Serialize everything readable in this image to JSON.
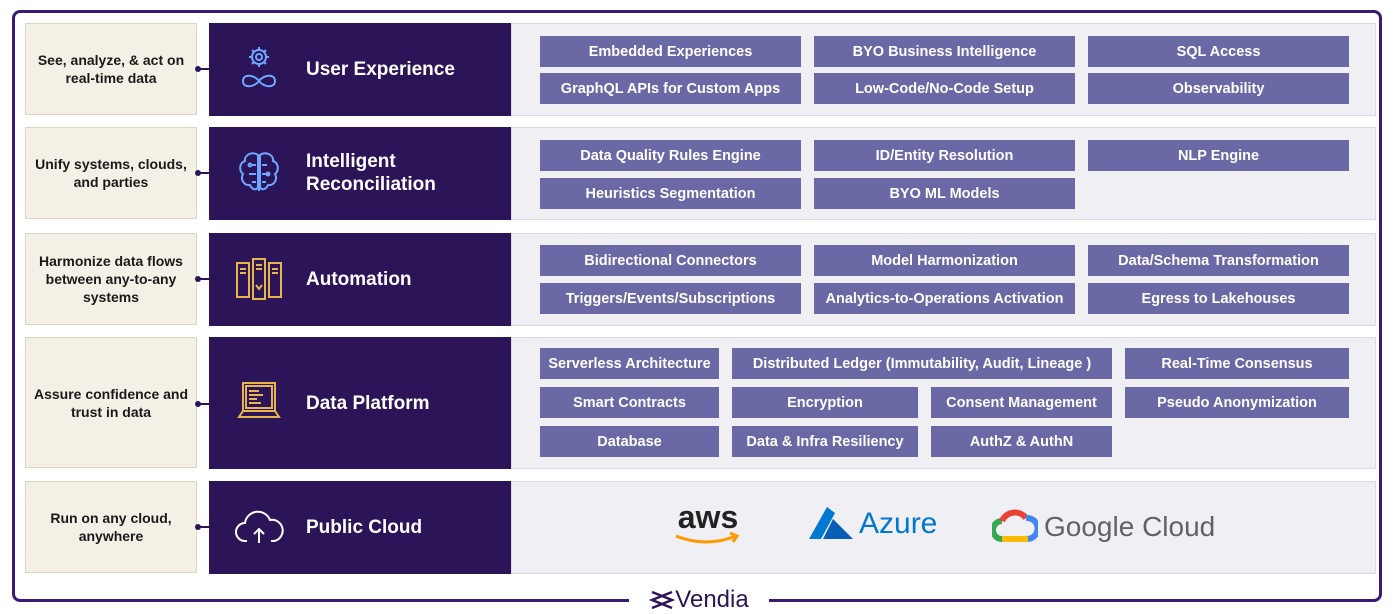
{
  "colors": {
    "layer_bg": "#2b1457",
    "chip_bg": "#6b69a5",
    "panel_bg": "#f0eff4",
    "left_bg": "#f5f0e6",
    "icon_color": "#6fa8ff"
  },
  "rows": [
    {
      "description": "See, analyze, & act on real-time data",
      "layer": "User Experience",
      "icon": "gear-infinity-icon",
      "capabilities": [
        "Embedded Experiences",
        "BYO Business Intelligence",
        "SQL Access",
        "GraphQL APIs for Custom Apps",
        "Low-Code/No-Code Setup",
        "Observability"
      ]
    },
    {
      "description": "Unify systems, clouds, and parties",
      "layer": "Intelligent Reconciliation",
      "icon": "brain-circuit-icon",
      "capabilities": [
        "Data Quality Rules Engine",
        "ID/Entity Resolution",
        "NLP Engine",
        "Heuristics Segmentation",
        "BYO ML Models"
      ]
    },
    {
      "description": "Harmonize data flows between any-to-any systems",
      "layer": "Automation",
      "icon": "server-rack-icon",
      "capabilities": [
        "Bidirectional Connectors",
        "Model Harmonization",
        "Data/Schema Transformation",
        "Triggers/Events/Subscriptions",
        "Analytics-to-Operations Activation",
        "Egress to Lakehouses"
      ]
    },
    {
      "description": "Assure confidence and trust in data",
      "layer": "Data Platform",
      "icon": "laptop-code-icon",
      "capabilities": [
        "Serverless Architecture",
        "Distributed Ledger (Immutability, Audit, Lineage )",
        "Real-Time Consensus",
        "Smart Contracts",
        "Encryption",
        "Consent Management",
        "Pseudo Anonymization",
        "Database",
        "Data & Infra Resiliency",
        "AuthZ & AuthN"
      ]
    },
    {
      "description": "Run on any cloud, anywhere",
      "layer": "Public Cloud",
      "icon": "cloud-upload-icon",
      "providers": [
        "aws",
        "Azure",
        "Google Cloud"
      ]
    }
  ],
  "brand": "Vendia"
}
